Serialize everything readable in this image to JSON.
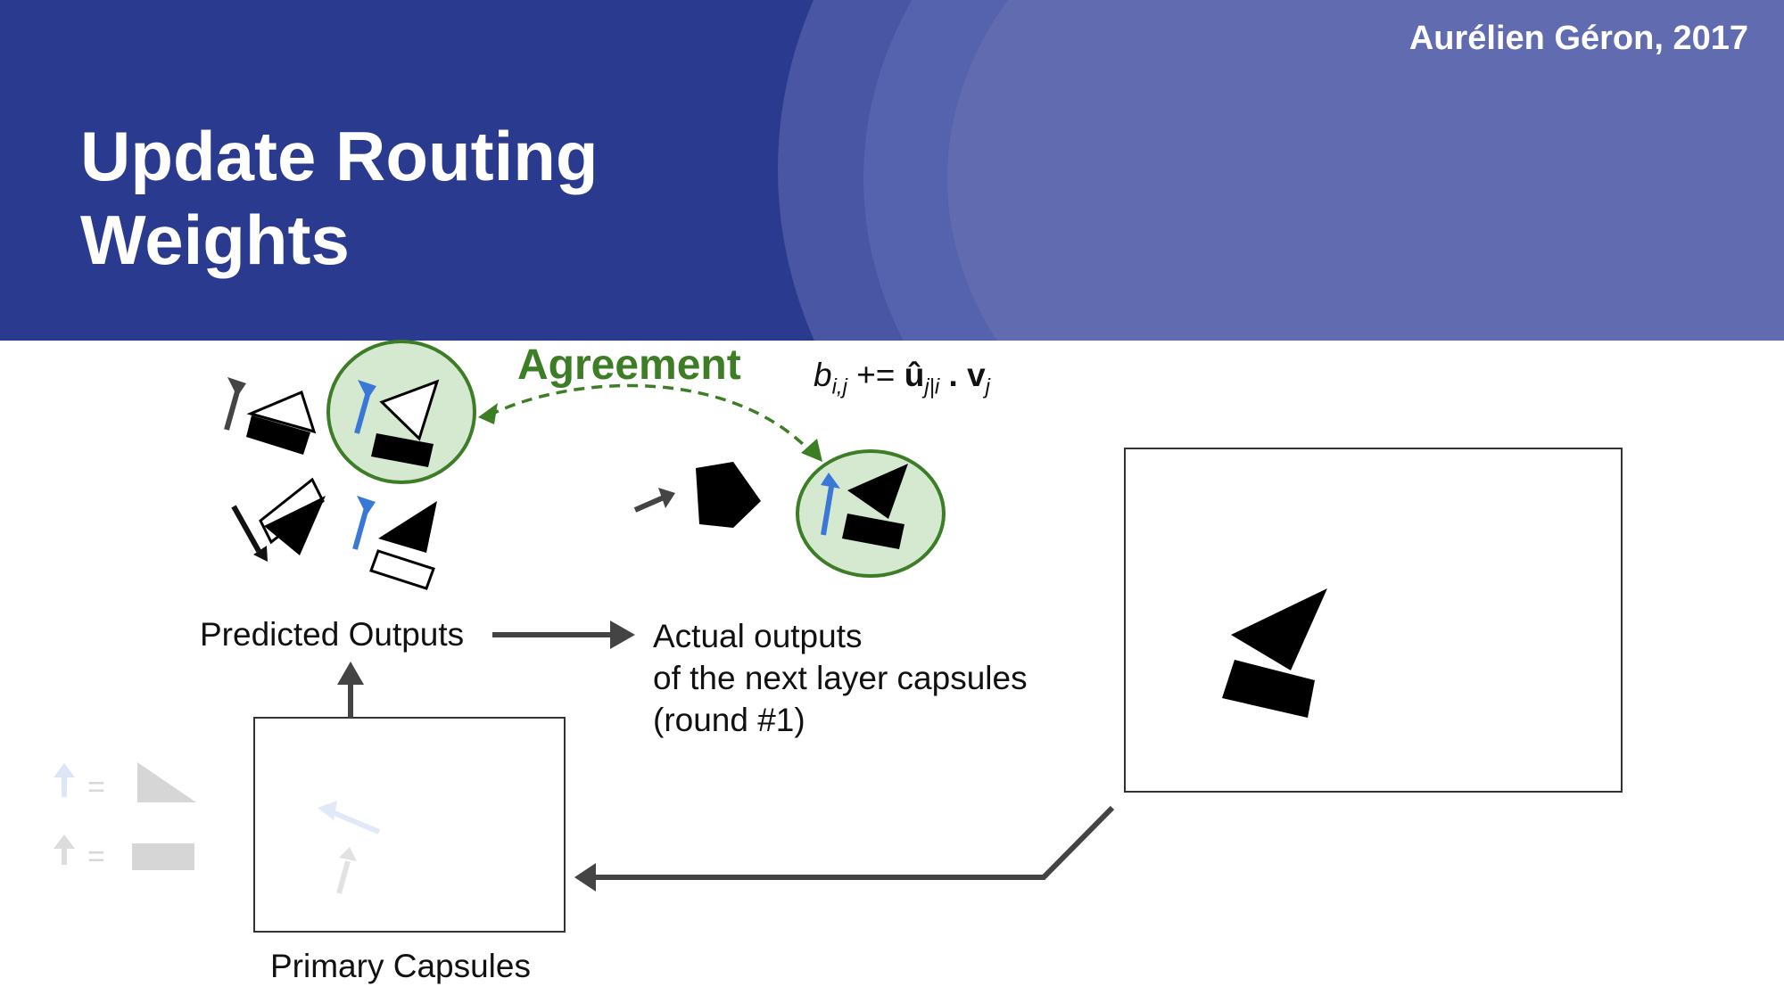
{
  "header": {
    "title_line1": "Update Routing",
    "title_line2": "Weights",
    "author": "Aurélien Géron, 2017"
  },
  "diagram": {
    "agreement_label": "Agreement",
    "formula": {
      "b": "b",
      "b_sub": "i,j",
      "op": "+=",
      "u": "û",
      "u_sub": "j|i",
      "dot": ".",
      "v": "v",
      "v_sub": "j"
    },
    "predicted_outputs_label": "Predicted Outputs",
    "actual_outputs_lines": [
      "Actual outputs",
      "of the next layer capsules",
      "(round #1)"
    ],
    "primary_capsules_label": "Primary Capsules",
    "legend_equals": [
      "=",
      "="
    ]
  },
  "colors": {
    "header_bg": "#2a3a8f",
    "agreement_green": "#3d7d26",
    "agreement_fill": "#d5e8d0",
    "blue_arrow": "#3a78d8",
    "dark_arrow": "#444444"
  }
}
